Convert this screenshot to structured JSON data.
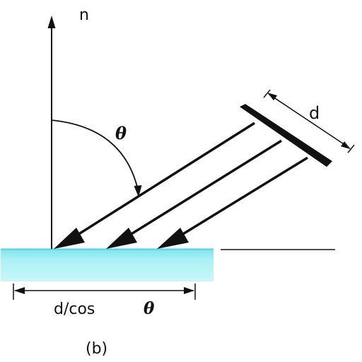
{
  "labels": {
    "normal": "n",
    "angle": "θ",
    "beam_width": "d",
    "surface_width": "d/cos",
    "surface_width_angle": "θ",
    "panel": "(b)"
  },
  "colors": {
    "ink": "#111111",
    "surface_fill": "#a8f0f4",
    "surface_top": "#5fd8e6",
    "surface_edge": "#c9f6f8"
  }
}
